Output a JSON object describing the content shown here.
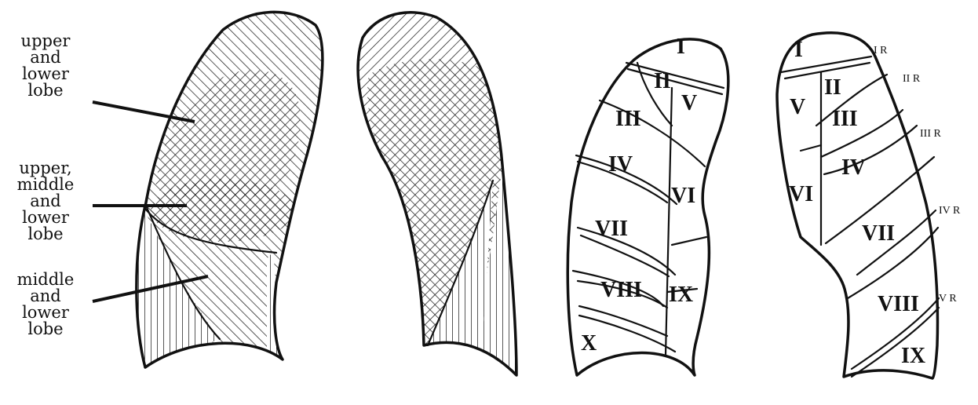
{
  "labels": {
    "upper_lower": [
      "upper",
      "and",
      "lower",
      "lobe"
    ],
    "upper_middle_lower": [
      "upper,",
      "middle",
      "and",
      "lower",
      "lobe"
    ],
    "middle_lower": [
      "middle",
      "and",
      "lower",
      "lobe"
    ]
  },
  "diagram3": {
    "segments": [
      "I",
      "II",
      "III",
      "V",
      "IV",
      "VI",
      "VII",
      "VIII",
      "IX",
      "X"
    ]
  },
  "diagram4": {
    "segments": [
      "I",
      "II",
      "V",
      "III",
      "IV",
      "VI",
      "VII",
      "VIII",
      "IX"
    ],
    "ribs": [
      "I R",
      "II R",
      "III R",
      "IV R",
      "V R"
    ]
  },
  "colors": {
    "ink": "#111111",
    "paper": "#ffffff"
  }
}
